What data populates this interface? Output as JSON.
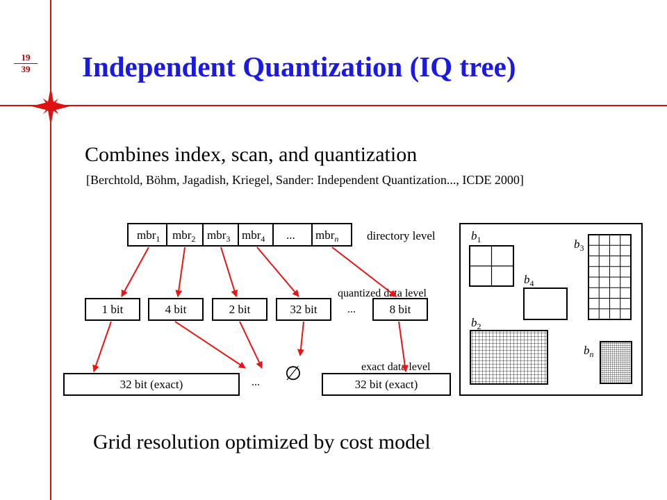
{
  "slide": {
    "page_current": "19",
    "page_total": "39",
    "title": "Independent Quantization (IQ tree)",
    "subtitle": "Combines index, scan, and quantization",
    "reference": "[Berchtold, Böhm, Jagadish, Kriegel, Sander: Independent Quantization..., ICDE 2000]",
    "bottom_text": "Grid resolution optimized by cost model",
    "accent_color": "#cc1111",
    "title_color": "#1a1ae6"
  },
  "diagram": {
    "directory_cells": [
      {
        "base": "mbr",
        "sub": "1"
      },
      {
        "base": "mbr",
        "sub": "2"
      },
      {
        "base": "mbr",
        "sub": "3"
      },
      {
        "base": "mbr",
        "sub": "4"
      },
      {
        "base": "...",
        "sub": ""
      },
      {
        "base": "mbr",
        "sub": "n"
      }
    ],
    "directory_level_label": "directory  level",
    "quantized_level_label": "quantized data level",
    "exact_level_label": "exact data level",
    "quantized_boxes": [
      "1 bit",
      "4 bit",
      "2 bit",
      "32 bit",
      "8 bit"
    ],
    "quantized_ellipsis": "...",
    "exact_boxes": [
      "32 bit (exact)",
      "32 bit (exact)"
    ],
    "exact_ellipsis": "...",
    "empty_symbol": "∅",
    "grid_labels": [
      {
        "base": "b",
        "sub": "1"
      },
      {
        "base": "b",
        "sub": "4"
      },
      {
        "base": "b",
        "sub": "3"
      },
      {
        "base": "b",
        "sub": "2"
      },
      {
        "base": "b",
        "sub": "n"
      }
    ]
  }
}
